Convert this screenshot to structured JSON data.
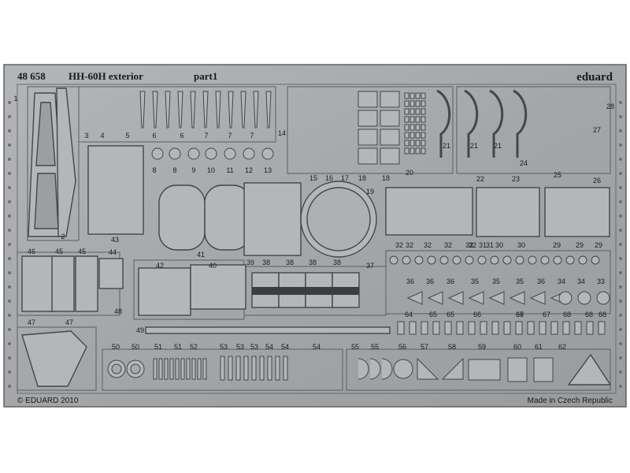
{
  "fret": {
    "code": "48 658",
    "title": "HH-60H exterior",
    "part": "part1",
    "brand": "eduard",
    "copyright": "© EDUARD 2010",
    "origin": "Made in Czech Republic"
  },
  "part_numbers": [
    "1",
    "2",
    "3",
    "4",
    "5",
    "6",
    "6",
    "7",
    "7",
    "7",
    "8",
    "8",
    "9",
    "10",
    "11",
    "12",
    "13",
    "14",
    "15",
    "16",
    "17",
    "18",
    "18",
    "19",
    "20",
    "21",
    "21",
    "21",
    "22",
    "23",
    "24",
    "25",
    "26",
    "27",
    "28",
    "29",
    "29",
    "29",
    "30",
    "30",
    "31",
    "31",
    "32",
    "32",
    "32",
    "32",
    "32",
    "32",
    "33",
    "34",
    "34",
    "35",
    "35",
    "35",
    "36",
    "36",
    "36",
    "36",
    "37",
    "38",
    "38",
    "38",
    "38",
    "39",
    "40",
    "41",
    "42",
    "43",
    "44",
    "45",
    "45",
    "46",
    "47",
    "47",
    "48",
    "49",
    "50",
    "50",
    "51",
    "51",
    "52",
    "53",
    "53",
    "53",
    "54",
    "54",
    "54",
    "55",
    "55",
    "56",
    "57",
    "58",
    "59",
    "60",
    "61",
    "62",
    "64",
    "65",
    "65",
    "66",
    "66",
    "67",
    "67",
    "68",
    "68",
    "68"
  ],
  "colors": {
    "fret": "#a7a9ab",
    "frame_edge": "#5e6163",
    "part_fill": "#b4b6b8",
    "part_edge": "#444749",
    "dark_strip": "#3b3d3f",
    "text": "#1a1a1a"
  }
}
